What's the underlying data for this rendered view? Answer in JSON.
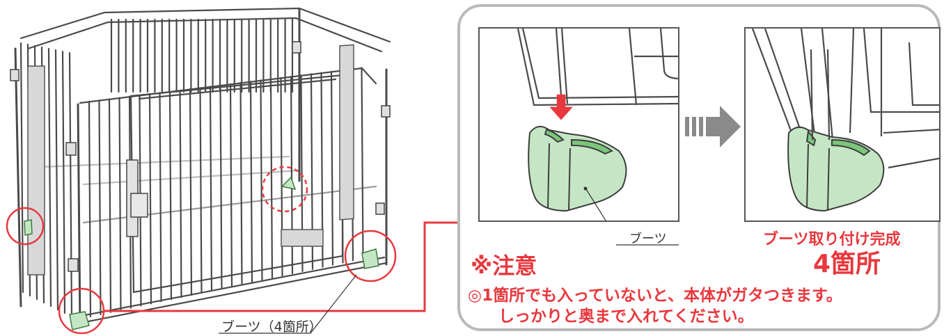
{
  "main_figure": {
    "boots_label": "ブーツ（4箇所）"
  },
  "detail_panel": {
    "boots_label": "ブーツ",
    "complete_title": "ブーツ取り付け完成",
    "complete_count": "4箇所",
    "caution": {
      "title": "※注意",
      "lines": [
        "◎1箇所でも入っていないと、本体がガタつきます。",
        "しっかりと奥まで入れてください。"
      ]
    }
  },
  "colors": {
    "accent_red": "#e8383d",
    "boot_green": "#c5e6c4",
    "boot_green_dark": "#7cc67c",
    "wire": "#4a4a4a",
    "panel_border": "#b9b9b9",
    "arrow_gray": "#8a8a8a"
  }
}
